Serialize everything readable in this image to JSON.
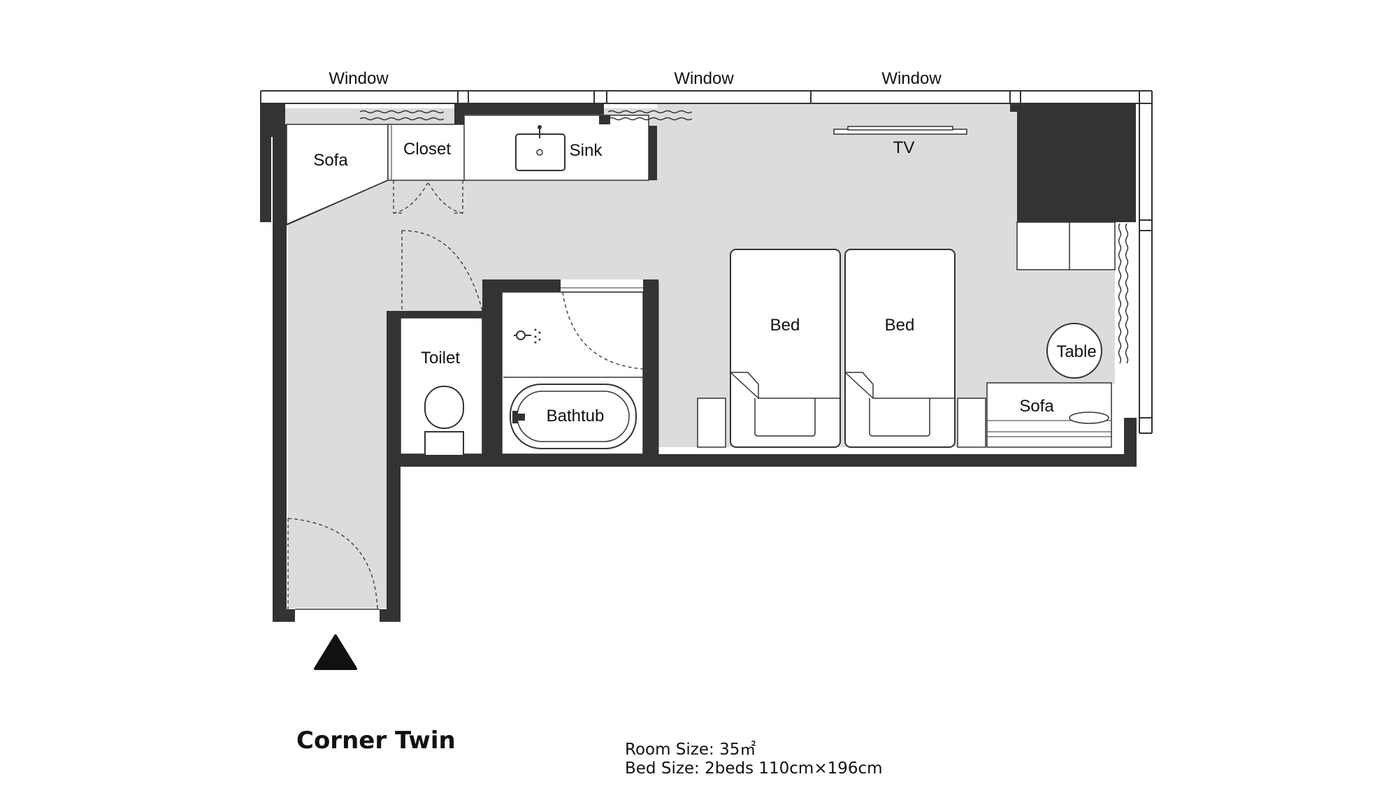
{
  "plan": {
    "title": "Corner Twin",
    "room_size": "Room Size: 35㎡",
    "bed_size": "Bed Size: 2beds 110cm×196cm"
  },
  "labels": {
    "window_1": "Window",
    "window_2": "Window",
    "window_3": "Window",
    "sofa_entry": "Sofa",
    "closet": "Closet",
    "sink": "Sink",
    "tv": "TV",
    "toilet": "Toilet",
    "bathtub": "Bathtub",
    "bed_1": "Bed",
    "bed_2": "Bed",
    "table": "Table",
    "sofa_room": "Sofa"
  },
  "colors": {
    "wall": "#333333",
    "floor": "#dcdcdc",
    "line": "#333333",
    "paper": "#ffffff"
  },
  "icons": {
    "entrance": "entrance-arrow-icon",
    "faucet": "faucet-icon",
    "shower": "shower-head-icon"
  }
}
